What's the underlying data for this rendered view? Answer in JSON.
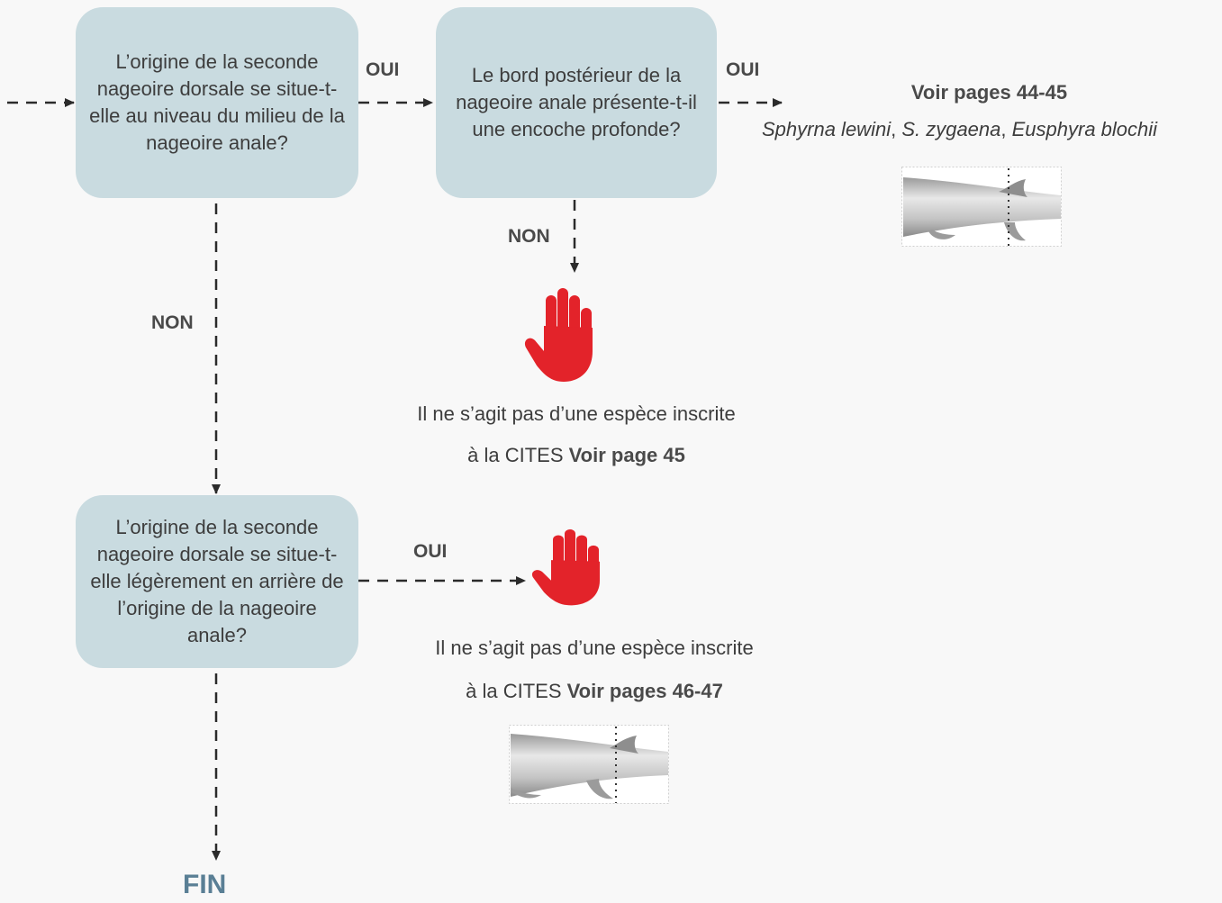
{
  "boxes": {
    "q1": "L’origine de la seconde nageoire dorsale se situe-t-elle au niveau du milieu de la nageoire anale?",
    "q2": "Le bord postérieur de la nageoire anale présente-t-il une encoche profonde?",
    "q3": "L’origine de la seconde nageoire dorsale se situe-t-elle légèrement en arrière de l’origine de la nageoire anale?"
  },
  "labels": {
    "oui1": "OUI",
    "oui2": "OUI",
    "oui3": "OUI",
    "non1": "NON",
    "non2": "NON"
  },
  "result_top": {
    "pages": "Voir pages 44-45",
    "species_1": "Sphyrna lewini",
    "sep_1": ", ",
    "species_2": "S. zygaena",
    "sep_2": ", ",
    "species_3": "Eusphyra blochii"
  },
  "result_mid": {
    "line1": "Il ne s’agit pas d’une espèce inscrite",
    "line2_prefix": "à la CITES ",
    "line2_link": "Voir page 45"
  },
  "result_low": {
    "line1": "Il ne s’agit pas d’une espèce inscrite",
    "line2_prefix": "à la CITES ",
    "line2_link": "Voir pages 46-47"
  },
  "end_label": "FIN",
  "icons": {
    "stop": "stop-hand-icon",
    "shark": "shark-tail-illustration"
  },
  "colors": {
    "box_fill": "#c9dbe0",
    "stop_hand": "#e3232a",
    "fin_text": "#5a7f95",
    "background": "#f8f8f8"
  }
}
